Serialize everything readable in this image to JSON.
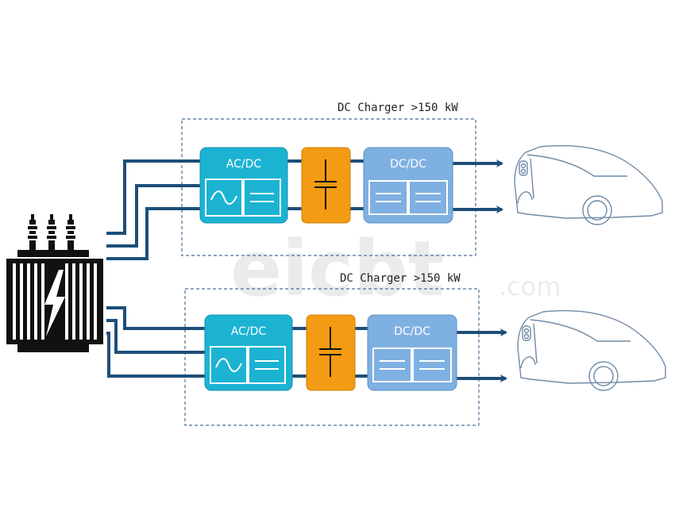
{
  "charger_top": {
    "title": "DC Charger >150 kW",
    "acdc_label": "AC/DC",
    "dcdc_label": "DC/DC"
  },
  "charger_bottom": {
    "title": "DC Charger >150 kW",
    "acdc_label": "AC/DC",
    "dcdc_label": "DC/DC"
  },
  "watermark": {
    "brand": "eicbt",
    "suffix": ".com"
  },
  "colors": {
    "line": "#1d4e79",
    "acdc": "#1cb3d3",
    "capacitor": "#f39b12",
    "dcdc": "#7fb0e2",
    "frame": "#4a6e96",
    "car_outline": "#6f8aa5",
    "transformer": "#111111"
  },
  "icons": {
    "transformer": "transformer-icon",
    "ac_wave": "sine-wave-icon",
    "dc_bars": "dc-symbol-icon",
    "capacitor": "capacitor-icon",
    "car": "electric-car-outline"
  }
}
